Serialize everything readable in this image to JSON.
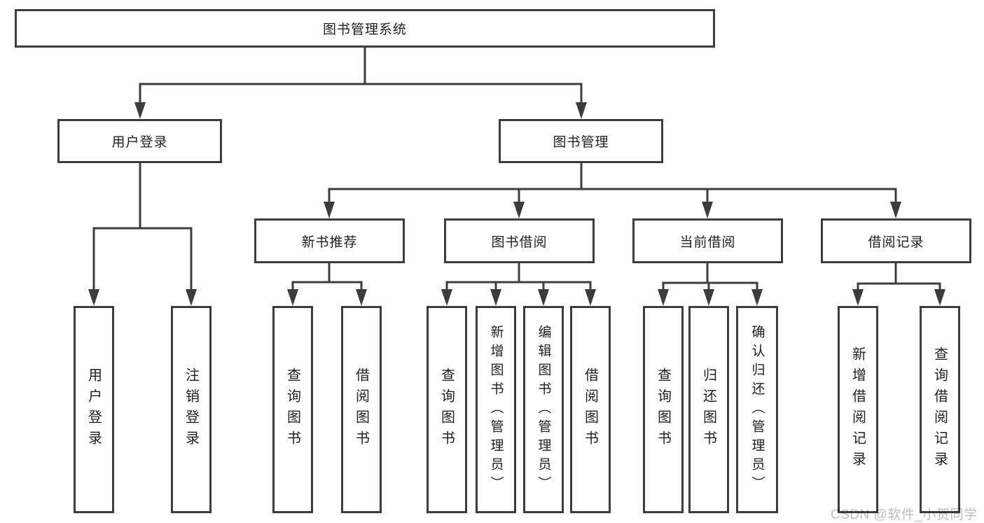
{
  "diagram": {
    "root": "图书管理系统",
    "level2": {
      "user_login": "用户登录",
      "book_management": "图书管理"
    },
    "level3": {
      "new_book_recommend": "新书推荐",
      "book_borrow": "图书借阅",
      "current_borrow": "当前借阅",
      "borrow_record": "借阅记录"
    },
    "leaves": {
      "user_login": "用户登录",
      "logout": "注销登录",
      "nbr_query_book": "查询图书",
      "nbr_borrow_book": "借阅图书",
      "bb_query_book": "查询图书",
      "bb_add_book": "新增图书（管理员）",
      "bb_edit_book": "编辑图书（管理员）",
      "bb_borrow_book": "借阅图书",
      "cb_query_book": "查询图书",
      "cb_return_book": "归还图书",
      "cb_confirm_return": "确认归还（管理员）",
      "br_add_record": "新增借阅记录",
      "br_query_record": "查询借阅记录"
    }
  },
  "watermark": "CSDN @软件_小贺同学",
  "colors": {
    "line": "#3c3c3c",
    "text": "#1f1f1f",
    "watermark": "#bdbdbd",
    "background": "#ffffff"
  }
}
